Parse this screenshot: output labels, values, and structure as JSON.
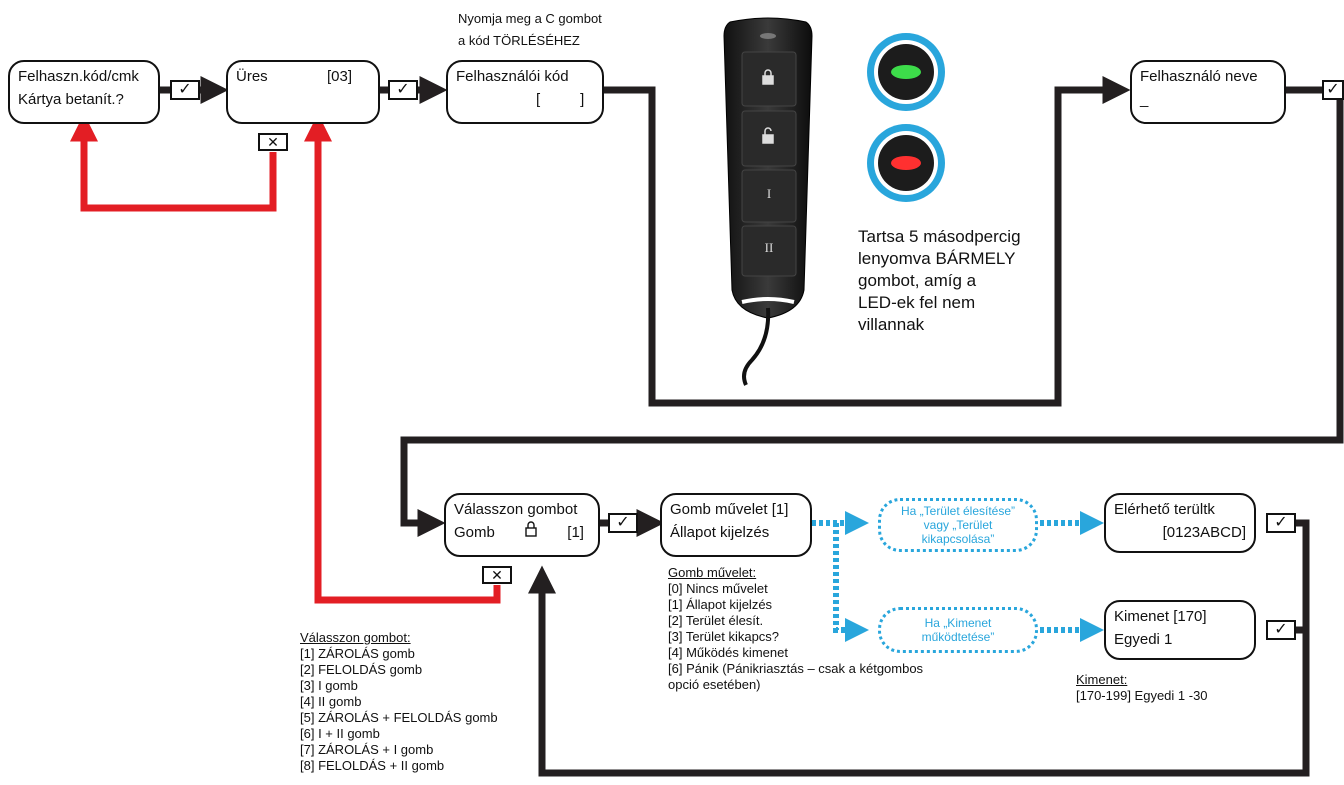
{
  "colors": {
    "line": "#231f20",
    "red": "#e31e24",
    "blue": "#29a6dc",
    "green_led": "#3ddc4a",
    "red_led": "#ff3030",
    "ring": "#29a6dc"
  },
  "boxes": {
    "user_code_card": {
      "line1": "Felhaszn.kód/cmk",
      "line2": "Kártya betanít.?"
    },
    "empty": {
      "label": "Üres",
      "code": "[03]"
    },
    "user_code": {
      "line1": "Felhasználói kód",
      "bracket_open": "[",
      "bracket_close": "]"
    },
    "user_name": {
      "line1": "Felhasználó neve",
      "line2": "_"
    },
    "select_button": {
      "line1": "Válasszon gombot",
      "label": "Gomb",
      "icon": "lock-icon",
      "value": "[1]"
    },
    "button_action": {
      "line1": "Gomb művelet [1]",
      "line2": "Állapot kijelzés"
    },
    "available_areas": {
      "line1": "Elérhető terültk",
      "line2": "[0123ABCD]"
    },
    "output": {
      "line1": "Kimenet [170]",
      "line2": "Egyedi 1"
    }
  },
  "symbols": {
    "check": "✓",
    "cross": "✕"
  },
  "instruction": {
    "line1": "Nyomja meg a C gombot",
    "line2": "a kód TÖRLÉSÉHEZ"
  },
  "hold_text": [
    "Tartsa 5 másodpercig",
    "lenyomva BÁRMELY",
    "gombot, amíg a",
    "LED-ek fel nem",
    "villannak"
  ],
  "remote": {
    "buttons": [
      "lock-icon",
      "unlock-icon",
      "I",
      "II"
    ]
  },
  "conditions": {
    "area": [
      "Ha „Terület élesítése”",
      "vagy „Terület",
      "kikapcsolása”"
    ],
    "output": [
      "Ha „Kimenet",
      "működtetése”"
    ]
  },
  "notes": {
    "action": {
      "title": "Gomb művelet:",
      "items": [
        "[0] Nincs művelet",
        "[1] Állapot kijelzés",
        "[2] Terület élesít.",
        "[3] Terület kikapcs?",
        "[4] Működés kimenet",
        "[6] Pánik (Pánikriasztás – csak a kétgombos",
        "opció esetében)"
      ]
    },
    "output": {
      "title": "Kimenet:",
      "range": "[170-199] Egyedi 1 -30"
    },
    "select": {
      "title": "Válasszon gombot:",
      "items": [
        "[1] ZÁROLÁS gomb",
        "[2] FELOLDÁS gomb",
        "[3] I gomb",
        "[4] II gomb",
        "[5] ZÁROLÁS + FELOLDÁS gomb",
        "[6] I + II gomb",
        "[7] ZÁROLÁS + I gomb",
        "[8] FELOLDÁS + II gomb"
      ]
    }
  }
}
